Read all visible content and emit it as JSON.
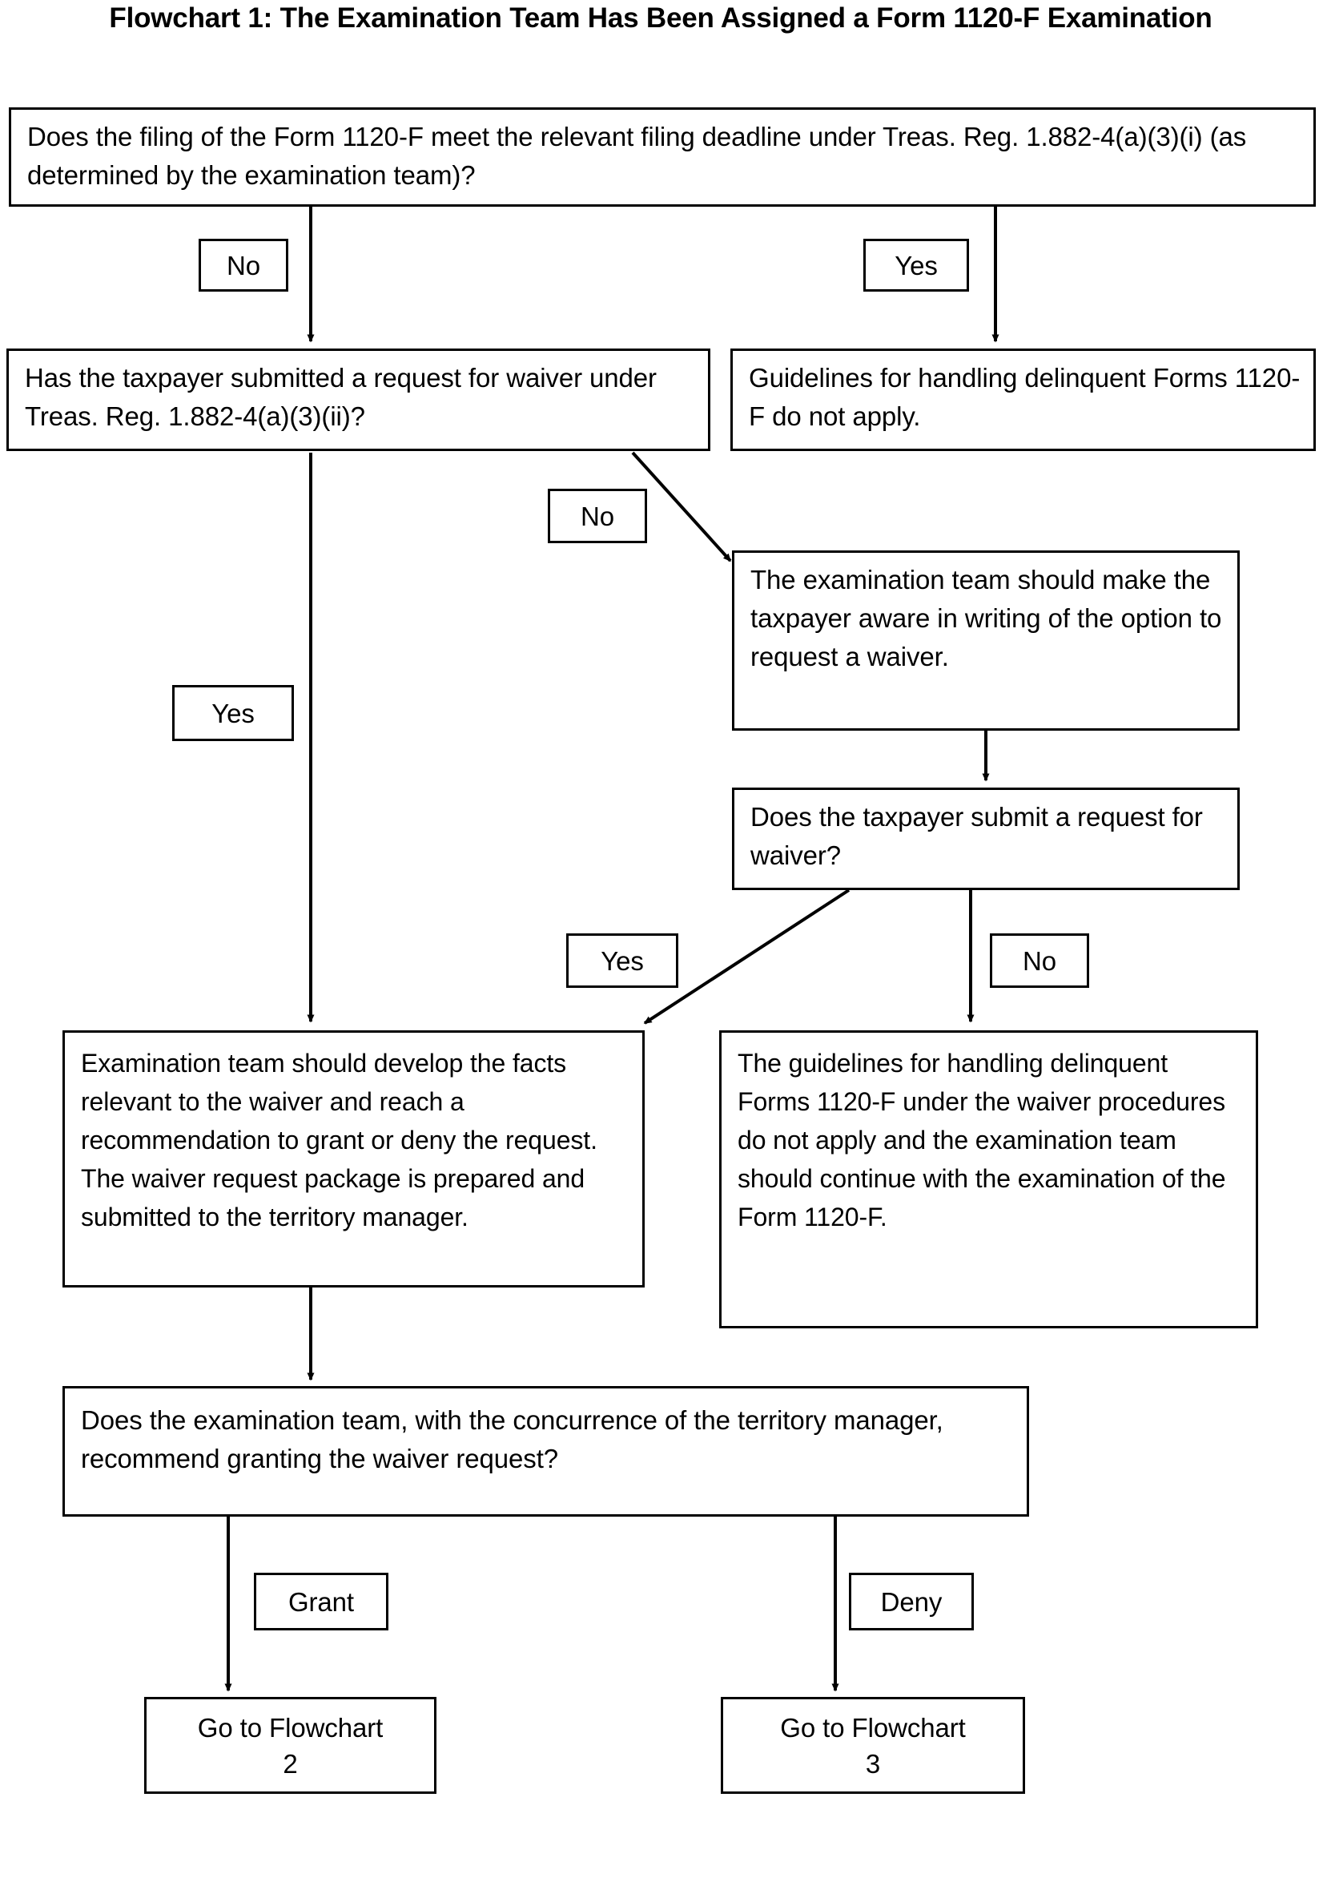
{
  "title": "Flowchart 1: The Examination Team Has Been Assigned a Form 1120-F Examination",
  "nodes": {
    "start_question": "Does the filing of the Form 1120-F meet the relevant filing deadline under Treas. Reg. 1.882-4(a)(3)(i) (as determined by the examination team)?",
    "waiver_request_question": "Has the taxpayer submitted a request for waiver under Treas. Reg. 1.882-4(a)(3)(ii)?",
    "guidelines_not_apply": "Guidelines for handling delinquent Forms 1120-F do not apply.",
    "make_aware_in_writing": "The examination team should make the taxpayer aware in writing of the option to request a waiver.",
    "submit_request_question": "Does the taxpayer submit a request for waiver?",
    "develop_facts": "Examination team should develop the facts relevant to the waiver and reach a recommendation to grant or deny the request. The waiver request package is prepared and submitted to the territory manager.",
    "continue_examination": "The guidelines for handling delinquent Forms 1120-F under the waiver procedures do not apply and the examination team should continue with the examination of the Form 1120-F.",
    "recommend_question": "Does the examination team, with the concurrence of the territory manager, recommend granting the waiver request?",
    "go_flowchart_2_line1": "Go to Flowchart",
    "go_flowchart_2_line2": "2",
    "go_flowchart_3_line1": "Go to Flowchart",
    "go_flowchart_3_line2": "3"
  },
  "edge_labels": {
    "start_no": "No",
    "start_yes": "Yes",
    "waiver_no": "No",
    "waiver_yes": "Yes",
    "submit_yes": "Yes",
    "submit_no": "No",
    "recommend_grant": "Grant",
    "recommend_deny": "Deny"
  },
  "colors": {
    "stroke": "#000000",
    "fill": "#ffffff",
    "text": "#000000"
  }
}
